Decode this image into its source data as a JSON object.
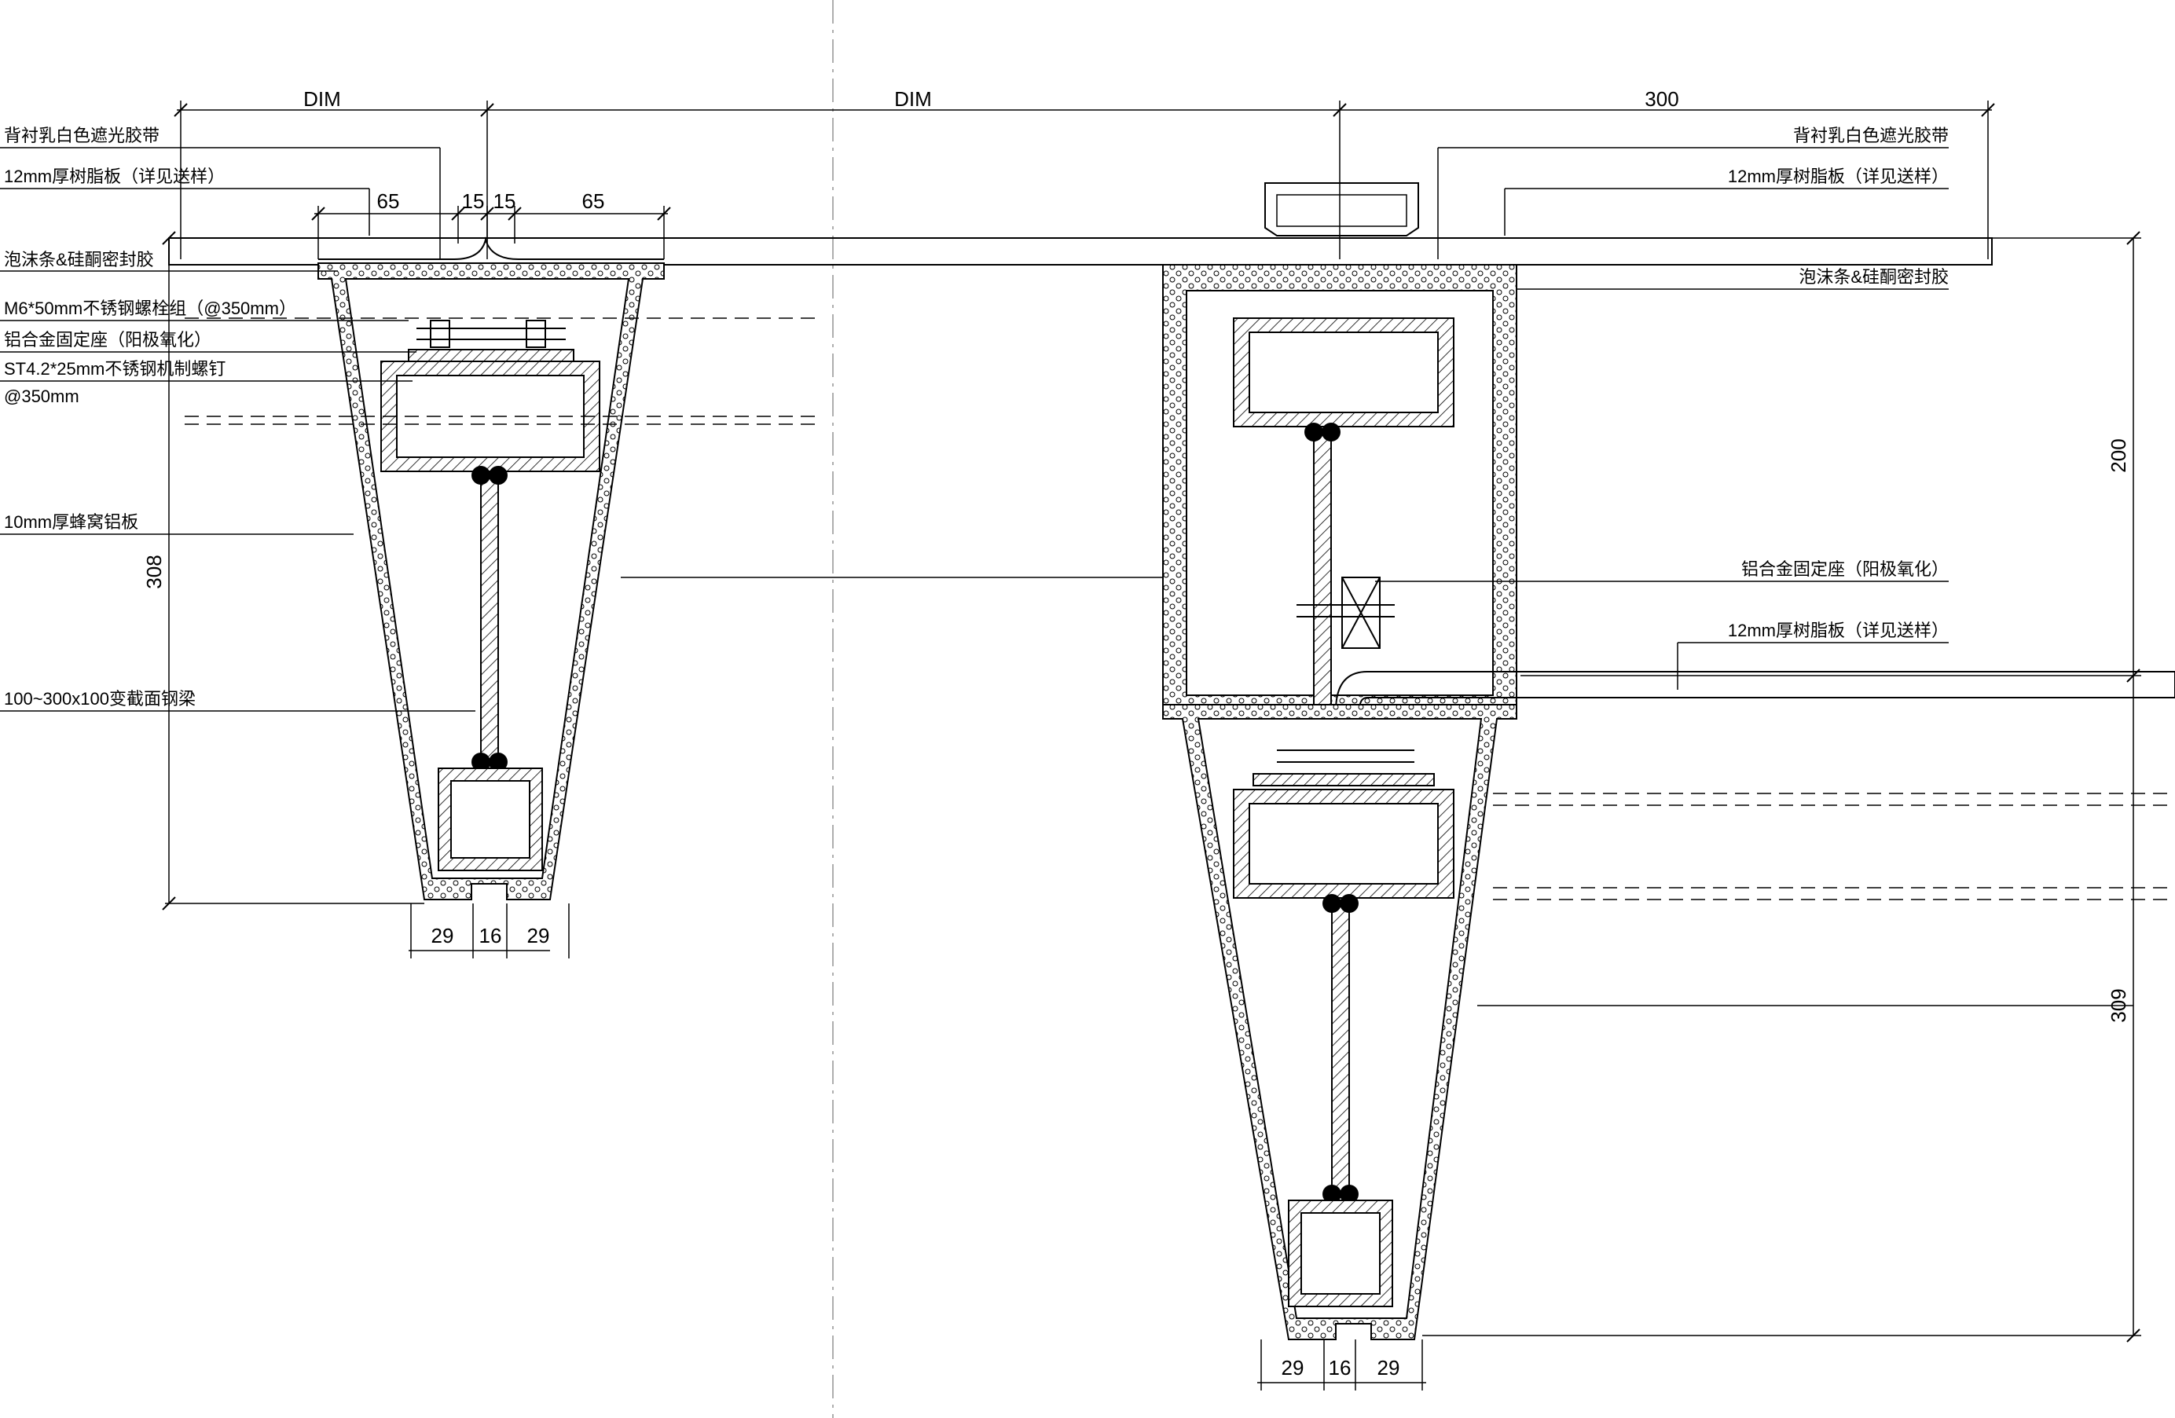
{
  "dimensions": {
    "top_left_dim": "DIM",
    "top_mid_dim": "DIM",
    "top_right_300": "300",
    "left_65_a": "65",
    "left_15_a": "15",
    "left_15_b": "15",
    "left_65_b": "65",
    "left_308": "308",
    "left_29_a": "29",
    "left_16": "16",
    "left_29_b": "29",
    "right_200": "200",
    "right_309": "309",
    "right_29_a": "29",
    "right_16": "16",
    "right_29_b": "29"
  },
  "left_labels": {
    "l1": "背衬乳白色遮光胶带",
    "l2": "12mm厚树脂板（详见送样）",
    "l3": "泡沫条&硅酮密封胶",
    "l4": "M6*50mm不锈钢螺栓组（@350mm）",
    "l5": "铝合金固定座（阳极氧化）",
    "l6": "ST4.2*25mm不锈钢机制螺钉",
    "l7": "@350mm",
    "l8": "10mm厚蜂窝铝板",
    "l9": "100~300x100变截面钢梁"
  },
  "right_labels": {
    "r1": "背衬乳白色遮光胶带",
    "r2": "12mm厚树脂板（详见送样）",
    "r3": "泡沫条&硅酮密封胶",
    "r4": "铝合金固定座（阳极氧化）",
    "r5": "12mm厚树脂板（详见送样）"
  }
}
